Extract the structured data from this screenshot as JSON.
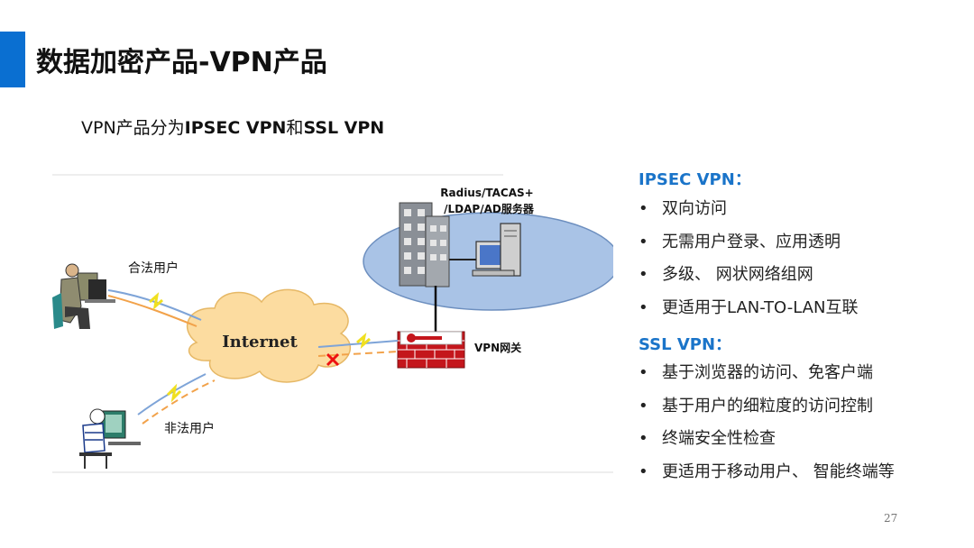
{
  "slide": {
    "title": "数据加密产品-VPN产品",
    "subtitle_prefix": "VPN产品分为",
    "subtitle_bold1": "IPSEC VPN",
    "subtitle_mid": "和",
    "subtitle_bold2": "SSL VPN",
    "page_number": "27",
    "accent_color": "#0a6fd1"
  },
  "diagram": {
    "server_label_line1": "Radius/TACAS+",
    "server_label_line2": "/LDAP/AD服务器",
    "legal_user_label": "合法用户",
    "internet_label": "Internet",
    "vpn_gateway_label": "VPN网关",
    "illegal_user_label": "非法用户"
  },
  "ipsec": {
    "heading": "IPSEC VPN：",
    "items": [
      "双向访问",
      "无需用户登录、应用透明",
      "多级、 网状网络组网",
      "更适用于LAN-TO-LAN互联"
    ]
  },
  "ssl": {
    "heading": "SSL VPN：",
    "items": [
      "基于浏览器的访问、免客户端",
      "基于用户的细粒度的访问控制",
      "终端安全性检查",
      "更适用于移动用户、 智能终端等"
    ]
  },
  "bullet_char": "•"
}
